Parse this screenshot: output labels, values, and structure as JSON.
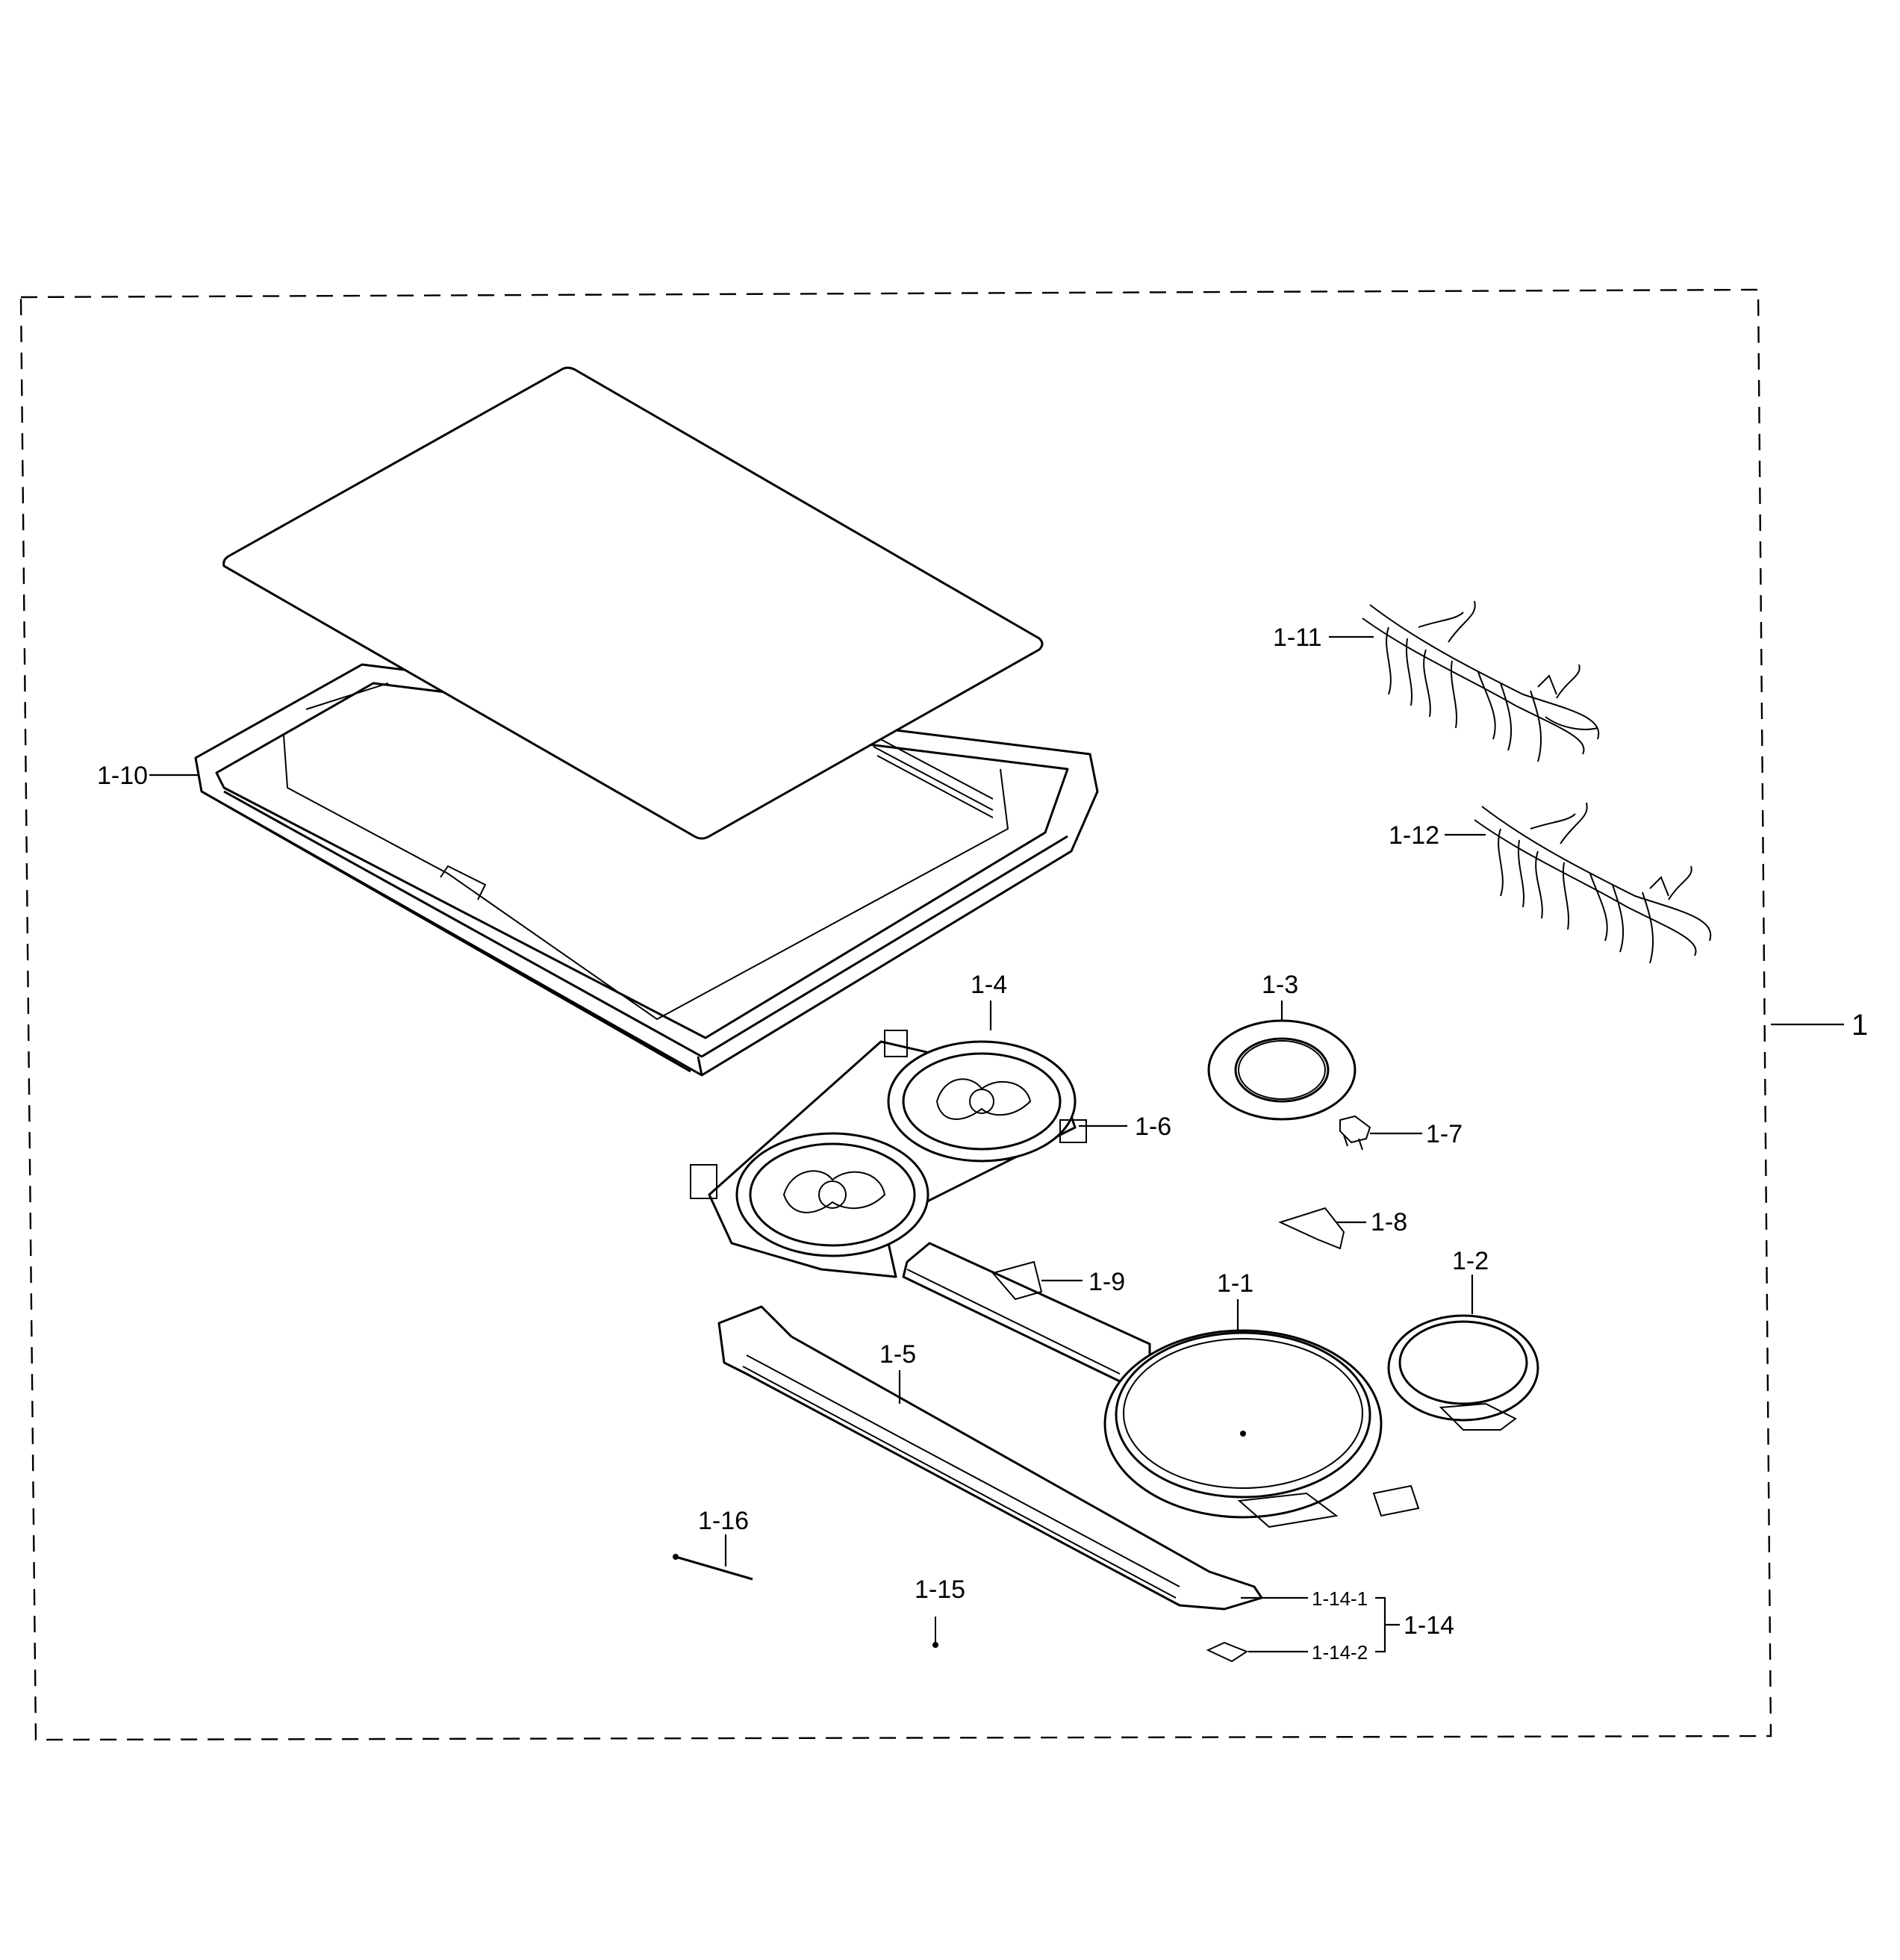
{
  "labels": {
    "assembly": "1",
    "p1_1": "1-1",
    "p1_2": "1-2",
    "p1_3": "1-3",
    "p1_4": "1-4",
    "p1_5": "1-5",
    "p1_6": "1-6",
    "p1_7": "1-7",
    "p1_8": "1-8",
    "p1_9": "1-9",
    "p1_10": "1-10",
    "p1_11": "1-11",
    "p1_12": "1-12",
    "p1_14": "1-14",
    "p1_14_1": "1-14-1",
    "p1_14_2": "1-14-2",
    "p1_15": "1-15",
    "p1_16": "1-16"
  }
}
